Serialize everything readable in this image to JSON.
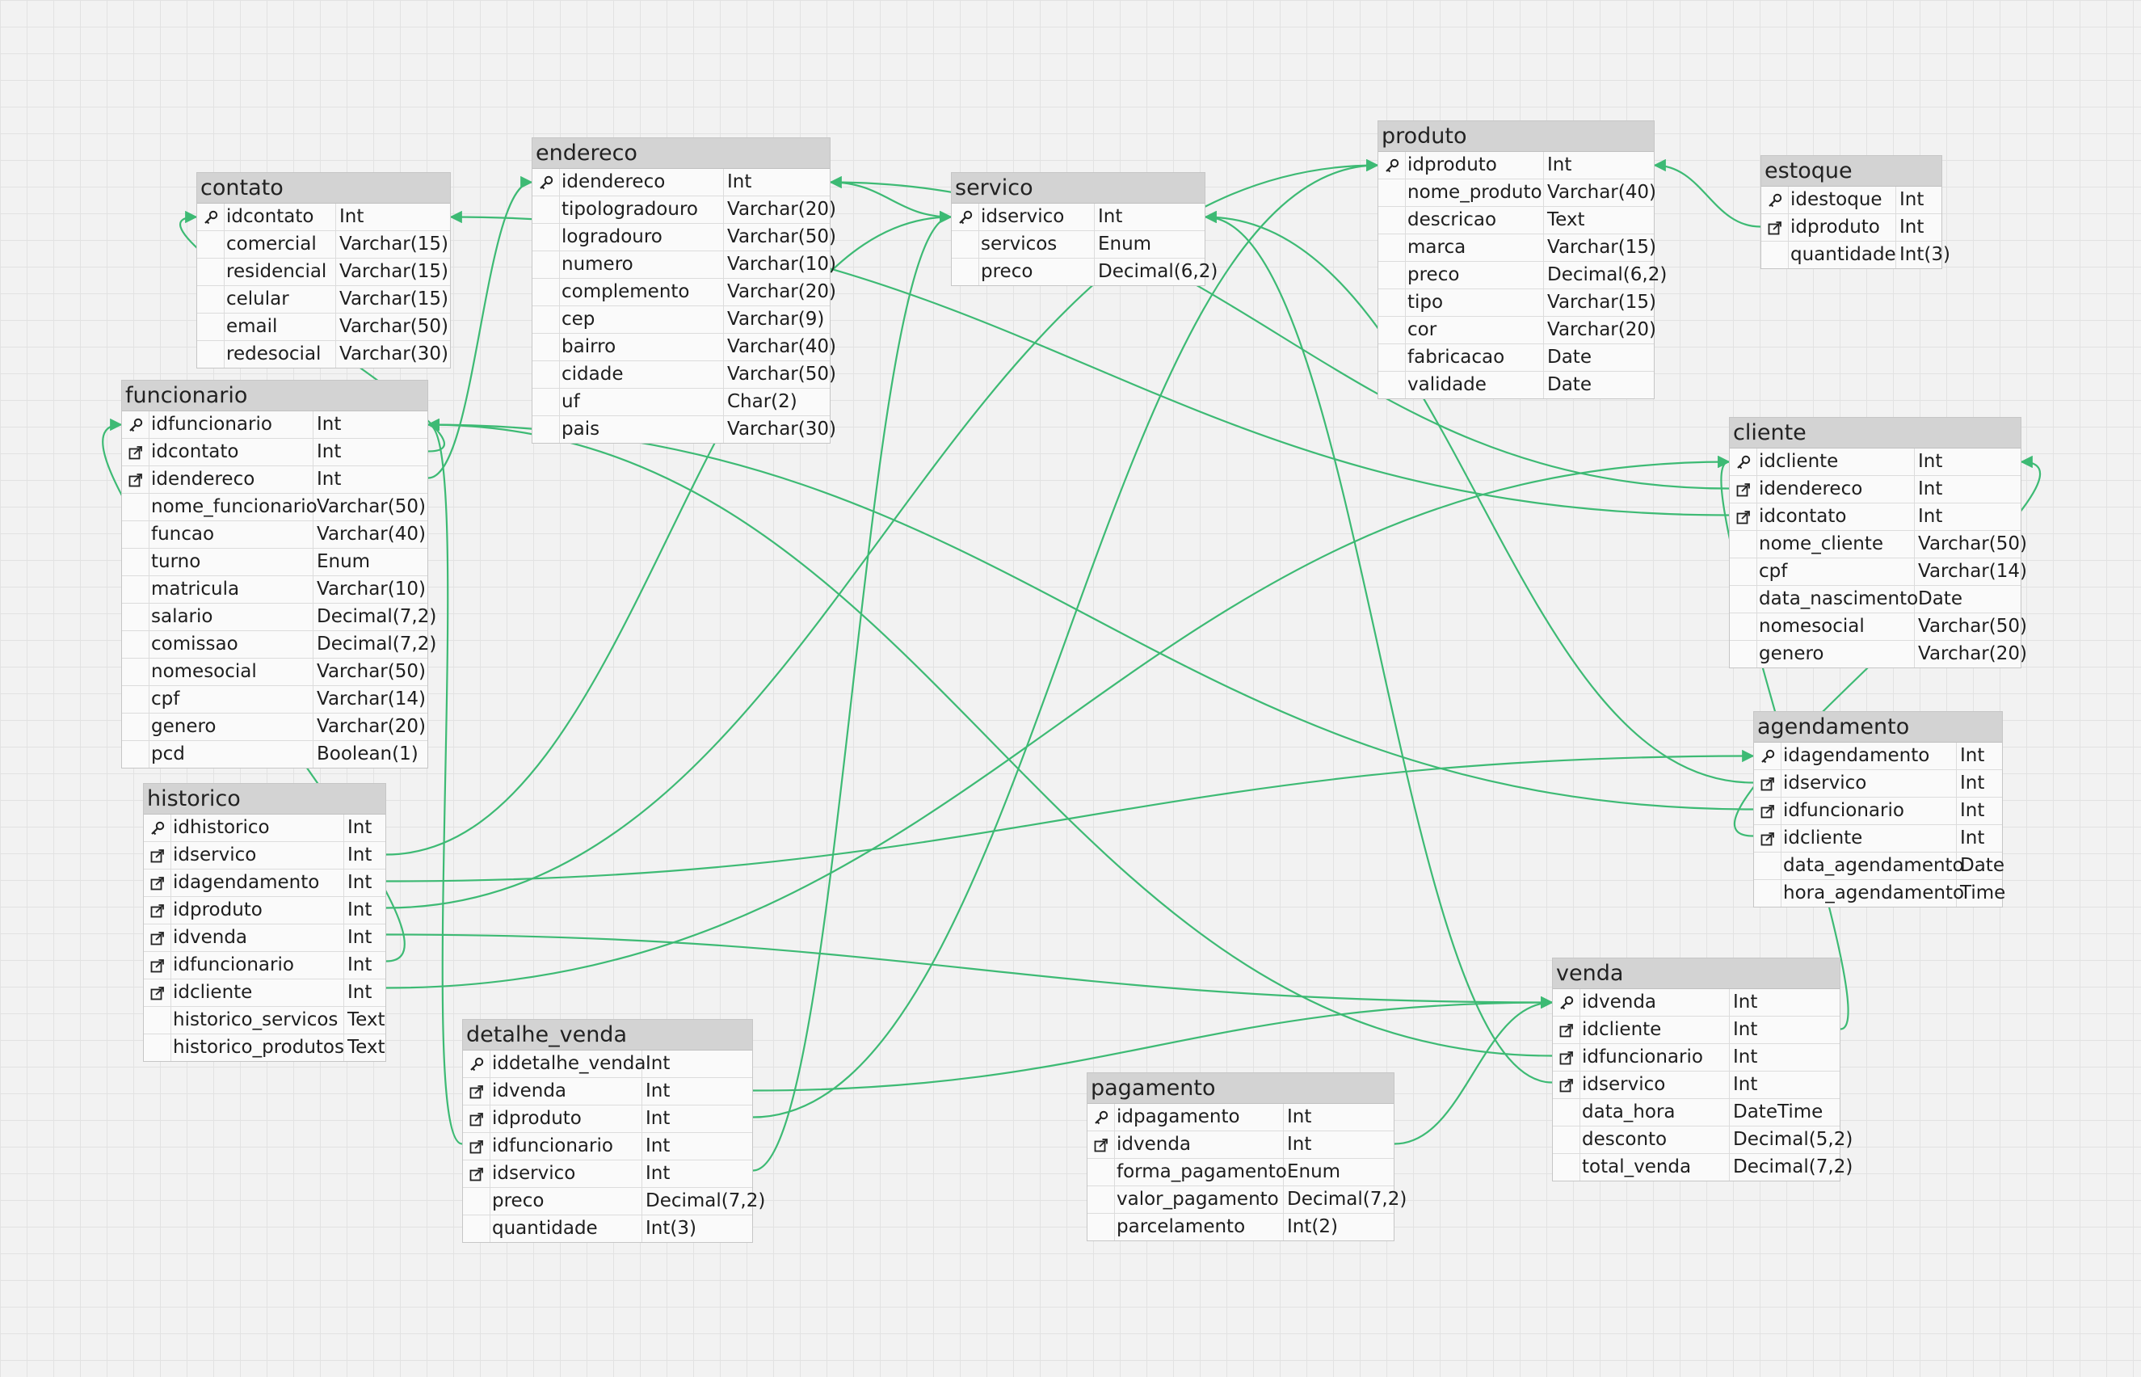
{
  "diagram": {
    "tables": [
      {
        "id": "contato",
        "title": "contato",
        "columns": [
          {
            "name": "idcontato",
            "type": "Int",
            "key": "pk"
          },
          {
            "name": "comercial",
            "type": "Varchar(15)",
            "key": ""
          },
          {
            "name": "residencial",
            "type": "Varchar(15)",
            "key": ""
          },
          {
            "name": "celular",
            "type": "Varchar(15)",
            "key": ""
          },
          {
            "name": "email",
            "type": "Varchar(50)",
            "key": ""
          },
          {
            "name": "redesocial",
            "type": "Varchar(30)",
            "key": ""
          }
        ]
      },
      {
        "id": "endereco",
        "title": "endereco",
        "columns": [
          {
            "name": "idendereco",
            "type": "Int",
            "key": "pk"
          },
          {
            "name": "tipologradouro",
            "type": "Varchar(20)",
            "key": ""
          },
          {
            "name": "logradouro",
            "type": "Varchar(50)",
            "key": ""
          },
          {
            "name": "numero",
            "type": "Varchar(10)",
            "key": ""
          },
          {
            "name": "complemento",
            "type": "Varchar(20)",
            "key": ""
          },
          {
            "name": "cep",
            "type": "Varchar(9)",
            "key": ""
          },
          {
            "name": "bairro",
            "type": "Varchar(40)",
            "key": ""
          },
          {
            "name": "cidade",
            "type": "Varchar(50)",
            "key": ""
          },
          {
            "name": "uf",
            "type": "Char(2)",
            "key": ""
          },
          {
            "name": "pais",
            "type": "Varchar(30)",
            "key": ""
          }
        ]
      },
      {
        "id": "servico",
        "title": "servico",
        "columns": [
          {
            "name": "idservico",
            "type": "Int",
            "key": "pk"
          },
          {
            "name": "servicos",
            "type": "Enum",
            "key": ""
          },
          {
            "name": "preco",
            "type": "Decimal(6,2)",
            "key": ""
          }
        ]
      },
      {
        "id": "produto",
        "title": "produto",
        "columns": [
          {
            "name": "idproduto",
            "type": "Int",
            "key": "pk"
          },
          {
            "name": "nome_produto",
            "type": "Varchar(40)",
            "key": ""
          },
          {
            "name": "descricao",
            "type": "Text",
            "key": ""
          },
          {
            "name": "marca",
            "type": "Varchar(15)",
            "key": ""
          },
          {
            "name": "preco",
            "type": "Decimal(6,2)",
            "key": ""
          },
          {
            "name": "tipo",
            "type": "Varchar(15)",
            "key": ""
          },
          {
            "name": "cor",
            "type": "Varchar(20)",
            "key": ""
          },
          {
            "name": "fabricacao",
            "type": "Date",
            "key": ""
          },
          {
            "name": "validade",
            "type": "Date",
            "key": ""
          }
        ]
      },
      {
        "id": "estoque",
        "title": "estoque",
        "columns": [
          {
            "name": "idestoque",
            "type": "Int",
            "key": "pk"
          },
          {
            "name": "idproduto",
            "type": "Int",
            "key": "fk"
          },
          {
            "name": "quantidade",
            "type": "Int(3)",
            "key": ""
          }
        ]
      },
      {
        "id": "funcionario",
        "title": "funcionario",
        "columns": [
          {
            "name": "idfuncionario",
            "type": "Int",
            "key": "pk"
          },
          {
            "name": "idcontato",
            "type": "Int",
            "key": "fk"
          },
          {
            "name": "idendereco",
            "type": "Int",
            "key": "fk"
          },
          {
            "name": "nome_funcionario",
            "type": "Varchar(50)",
            "key": ""
          },
          {
            "name": "funcao",
            "type": "Varchar(40)",
            "key": ""
          },
          {
            "name": "turno",
            "type": "Enum",
            "key": ""
          },
          {
            "name": "matricula",
            "type": "Varchar(10)",
            "key": ""
          },
          {
            "name": "salario",
            "type": "Decimal(7,2)",
            "key": ""
          },
          {
            "name": "comissao",
            "type": "Decimal(7,2)",
            "key": ""
          },
          {
            "name": "nomesocial",
            "type": "Varchar(50)",
            "key": ""
          },
          {
            "name": "cpf",
            "type": "Varchar(14)",
            "key": ""
          },
          {
            "name": "genero",
            "type": "Varchar(20)",
            "key": ""
          },
          {
            "name": "pcd",
            "type": "Boolean(1)",
            "key": ""
          }
        ]
      },
      {
        "id": "cliente",
        "title": "cliente",
        "columns": [
          {
            "name": "idcliente",
            "type": "Int",
            "key": "pk"
          },
          {
            "name": "idendereco",
            "type": "Int",
            "key": "fk"
          },
          {
            "name": "idcontato",
            "type": "Int",
            "key": "fk"
          },
          {
            "name": "nome_cliente",
            "type": "Varchar(50)",
            "key": ""
          },
          {
            "name": "cpf",
            "type": "Varchar(14)",
            "key": ""
          },
          {
            "name": "data_nascimento",
            "type": "Date",
            "key": ""
          },
          {
            "name": "nomesocial",
            "type": "Varchar(50)",
            "key": ""
          },
          {
            "name": "genero",
            "type": "Varchar(20)",
            "key": ""
          }
        ]
      },
      {
        "id": "agendamento",
        "title": "agendamento",
        "columns": [
          {
            "name": "idagendamento",
            "type": "Int",
            "key": "pk"
          },
          {
            "name": "idservico",
            "type": "Int",
            "key": "fk"
          },
          {
            "name": "idfuncionario",
            "type": "Int",
            "key": "fk"
          },
          {
            "name": "idcliente",
            "type": "Int",
            "key": "fk"
          },
          {
            "name": "data_agendamento",
            "type": "Date",
            "key": ""
          },
          {
            "name": "hora_agendamento",
            "type": "Time",
            "key": ""
          }
        ]
      },
      {
        "id": "historico",
        "title": "historico",
        "columns": [
          {
            "name": "idhistorico",
            "type": "Int",
            "key": "pk"
          },
          {
            "name": "idservico",
            "type": "Int",
            "key": "fk"
          },
          {
            "name": "idagendamento",
            "type": "Int",
            "key": "fk"
          },
          {
            "name": "idproduto",
            "type": "Int",
            "key": "fk"
          },
          {
            "name": "idvenda",
            "type": "Int",
            "key": "fk"
          },
          {
            "name": "idfuncionario",
            "type": "Int",
            "key": "fk"
          },
          {
            "name": "idcliente",
            "type": "Int",
            "key": "fk"
          },
          {
            "name": "historico_servicos",
            "type": "Text",
            "key": ""
          },
          {
            "name": "historico_produtos",
            "type": "Text",
            "key": ""
          }
        ]
      },
      {
        "id": "detalhe_venda",
        "title": "detalhe_venda",
        "columns": [
          {
            "name": "iddetalhe_venda",
            "type": "Int",
            "key": "pk"
          },
          {
            "name": "idvenda",
            "type": "Int",
            "key": "fk"
          },
          {
            "name": "idproduto",
            "type": "Int",
            "key": "fk"
          },
          {
            "name": "idfuncionario",
            "type": "Int",
            "key": "fk"
          },
          {
            "name": "idservico",
            "type": "Int",
            "key": "fk"
          },
          {
            "name": "preco",
            "type": "Decimal(7,2)",
            "key": ""
          },
          {
            "name": "quantidade",
            "type": "Int(3)",
            "key": ""
          }
        ]
      },
      {
        "id": "pagamento",
        "title": "pagamento",
        "columns": [
          {
            "name": "idpagamento",
            "type": "Int",
            "key": "pk"
          },
          {
            "name": "idvenda",
            "type": "Int",
            "key": "fk"
          },
          {
            "name": "forma_pagamento",
            "type": "Enum",
            "key": ""
          },
          {
            "name": "valor_pagamento",
            "type": "Decimal(7,2)",
            "key": ""
          },
          {
            "name": "parcelamento",
            "type": "Int(2)",
            "key": ""
          }
        ]
      },
      {
        "id": "venda",
        "title": "venda",
        "columns": [
          {
            "name": "idvenda",
            "type": "Int",
            "key": "pk"
          },
          {
            "name": "idcliente",
            "type": "Int",
            "key": "fk"
          },
          {
            "name": "idfuncionario",
            "type": "Int",
            "key": "fk"
          },
          {
            "name": "idservico",
            "type": "Int",
            "key": "fk"
          },
          {
            "name": "data_hora",
            "type": "DateTime",
            "key": ""
          },
          {
            "name": "desconto",
            "type": "Decimal(5,2)",
            "key": ""
          },
          {
            "name": "total_venda",
            "type": "Decimal(7,2)",
            "key": ""
          }
        ]
      }
    ],
    "relationships": [
      {
        "from": "endereco.idendereco",
        "to": "servico.idservico"
      },
      {
        "from": "estoque.idproduto",
        "to": "produto.idproduto"
      },
      {
        "from": "funcionario.idcontato",
        "to": "contato.idcontato"
      },
      {
        "from": "funcionario.idendereco",
        "to": "endereco.idendereco"
      },
      {
        "from": "cliente.idendereco",
        "to": "endereco.idendereco"
      },
      {
        "from": "cliente.idcontato",
        "to": "contato.idcontato"
      },
      {
        "from": "agendamento.idservico",
        "to": "servico.idservico"
      },
      {
        "from": "agendamento.idfuncionario",
        "to": "funcionario.idfuncionario"
      },
      {
        "from": "agendamento.idcliente",
        "to": "cliente.idcliente"
      },
      {
        "from": "historico.idservico",
        "to": "servico.idservico"
      },
      {
        "from": "historico.idagendamento",
        "to": "agendamento.idagendamento"
      },
      {
        "from": "historico.idproduto",
        "to": "produto.idproduto"
      },
      {
        "from": "historico.idvenda",
        "to": "venda.idvenda"
      },
      {
        "from": "historico.idfuncionario",
        "to": "funcionario.idfuncionario"
      },
      {
        "from": "historico.idcliente",
        "to": "cliente.idcliente"
      },
      {
        "from": "detalhe_venda.idvenda",
        "to": "venda.idvenda"
      },
      {
        "from": "detalhe_venda.idproduto",
        "to": "produto.idproduto"
      },
      {
        "from": "detalhe_venda.idfuncionario",
        "to": "funcionario.idfuncionario"
      },
      {
        "from": "detalhe_venda.idservico",
        "to": "servico.idservico"
      },
      {
        "from": "pagamento.idvenda",
        "to": "venda.idvenda"
      },
      {
        "from": "venda.idcliente",
        "to": "cliente.idcliente"
      },
      {
        "from": "venda.idfuncionario",
        "to": "funcionario.idfuncionario"
      },
      {
        "from": "venda.idservico",
        "to": "servico.idservico"
      }
    ],
    "colors": {
      "link": "#3dba74",
      "header": "#d3d3d3",
      "canvas": "#f2f2f2"
    }
  }
}
